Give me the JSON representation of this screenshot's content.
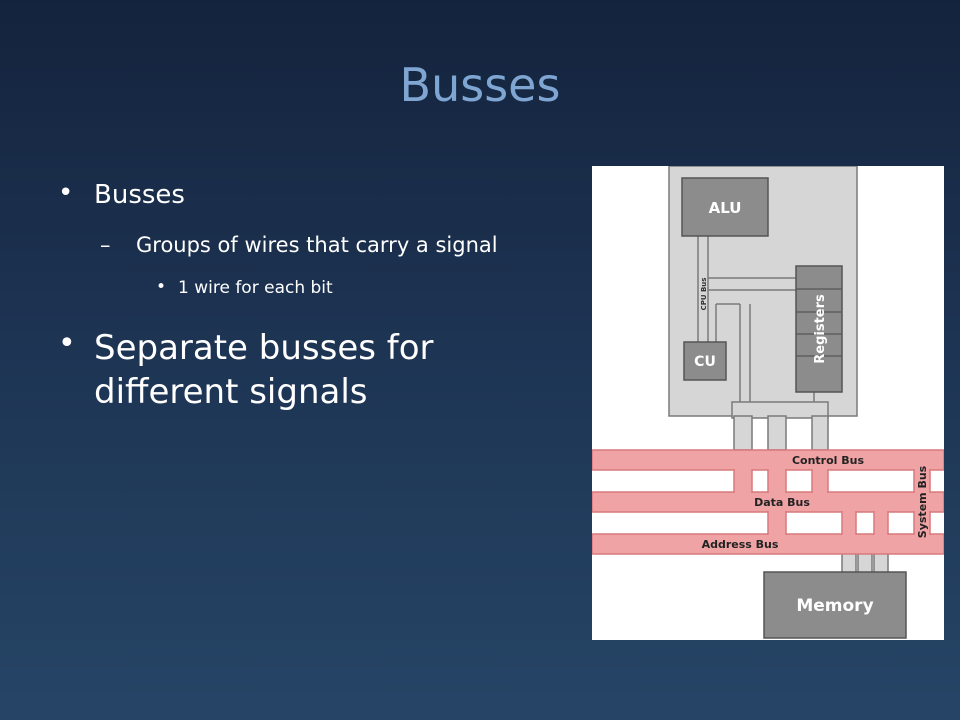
{
  "slide": {
    "title": "Busses",
    "bullets": [
      {
        "text": "Busses",
        "level": 1
      },
      {
        "text": "Groups of wires that carry a signal",
        "level": 2,
        "marker": "–"
      },
      {
        "text": "1 wire for each bit",
        "level": 3
      },
      {
        "text": "Separate busses for different signals",
        "level": 1
      }
    ]
  },
  "diagram": {
    "components": {
      "alu": "ALU",
      "cu": "CU",
      "registers": "Registers",
      "memory": "Memory",
      "cpu_bus": "CPU Bus"
    },
    "buses": {
      "control": "Control Bus",
      "data": "Data Bus",
      "address": "Address Bus",
      "system": "System Bus"
    },
    "colors": {
      "cpu_fill": "#d6d6d6",
      "component_fill": "#8c8c8c",
      "bus_fill": "#f0a3a5",
      "bus_stroke": "#d77a7d"
    }
  }
}
